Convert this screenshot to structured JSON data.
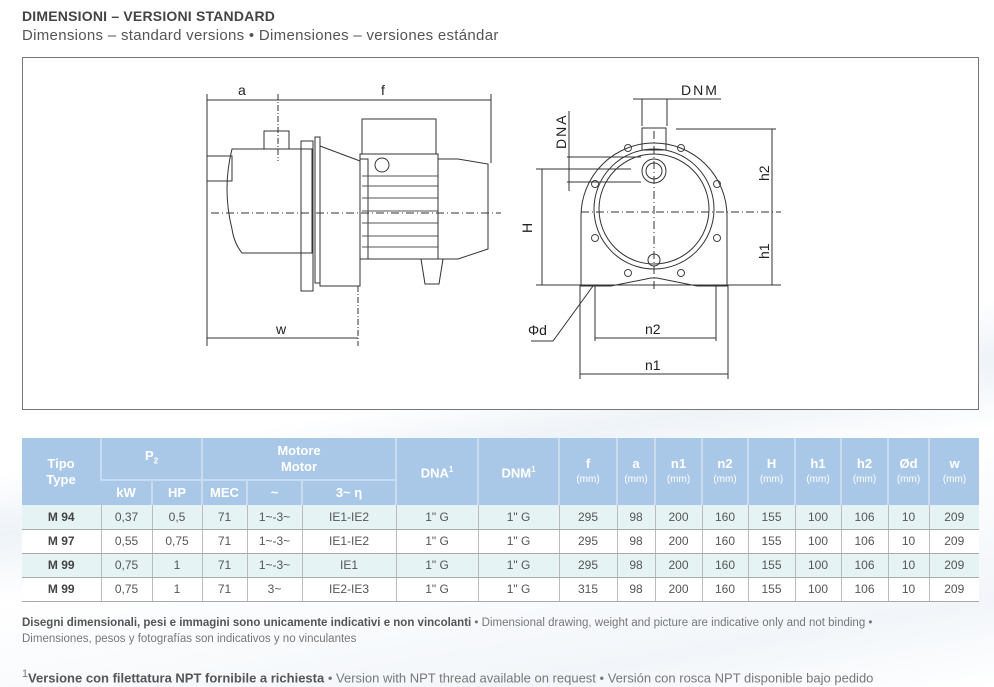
{
  "header": {
    "title": "DIMENSIONI – VERSIONI STANDARD",
    "subtitle": "Dimensions – standard versions • Dimensiones – versiones estándar"
  },
  "drawing": {
    "labels": {
      "a": "a",
      "f": "f",
      "w": "w",
      "DNM": "DNM",
      "DNA": "DNA",
      "H": "H",
      "h1": "h1",
      "h2": "h2",
      "phi_d": "Φd",
      "n1": "n1",
      "n2": "n2"
    }
  },
  "table": {
    "headers": {
      "tipo": "Tipo",
      "type": "Type",
      "p2": "P",
      "p2_sub": "2",
      "motore": "Motore",
      "motor": "Motor",
      "dna": "DNA",
      "dnm": "DNM",
      "note_mark": "1",
      "kw": "kW",
      "hp": "HP",
      "mec": "MEC",
      "phase": "~",
      "eff": "3~ η",
      "unit": "(mm)",
      "dims": [
        "f",
        "a",
        "n1",
        "n2",
        "H",
        "h1",
        "h2",
        "Ød",
        "w"
      ]
    },
    "rows": [
      [
        "M 94",
        "0,37",
        "0,5",
        "71",
        "1~-3~",
        "IE1-IE2",
        "1\" G",
        "1\" G",
        "295",
        "98",
        "200",
        "160",
        "155",
        "100",
        "106",
        "10",
        "209"
      ],
      [
        "M 97",
        "0,55",
        "0,75",
        "71",
        "1~-3~",
        "IE1-IE2",
        "1\" G",
        "1\" G",
        "295",
        "98",
        "200",
        "160",
        "155",
        "100",
        "106",
        "10",
        "209"
      ],
      [
        "M 99",
        "0,75",
        "1",
        "71",
        "1~-3~",
        "IE1",
        "1\" G",
        "1\" G",
        "295",
        "98",
        "200",
        "160",
        "155",
        "100",
        "106",
        "10",
        "209"
      ],
      [
        "M 99",
        "0,75",
        "1",
        "71",
        "3~",
        "IE2-IE3",
        "1\" G",
        "1\" G",
        "315",
        "98",
        "200",
        "160",
        "155",
        "100",
        "106",
        "10",
        "209"
      ]
    ]
  },
  "notes": {
    "disclaimer_it": "Disegni dimensionali, pesi e immagini sono unicamente indicativi e non vincolanti",
    "disclaimer_en": " • Dimensional drawing, weight and picture are indicative only and not binding •",
    "disclaimer_es": "Dimensiones, pesos y fotografías son indicativos y no vinculantes",
    "footnote_mark": "1",
    "footnote_it": "Versione con filettatura NPT fornibile a richiesta",
    "footnote_rest": " • Version with NPT thread available on request • Versión con rosca NPT disponible bajo pedido"
  }
}
